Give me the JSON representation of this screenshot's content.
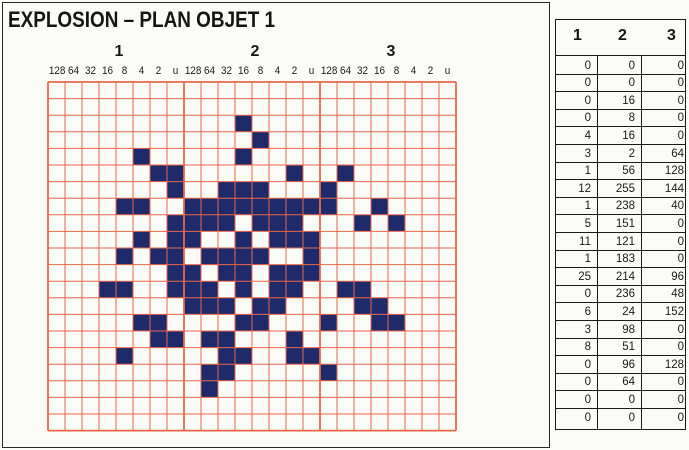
{
  "title": "EXPLOSION – PLAN OBJET 1",
  "byte_labels": [
    "1",
    "2",
    "3"
  ],
  "bit_labels": [
    "128",
    "64",
    "32",
    "16",
    "8",
    "4",
    "2",
    "u"
  ],
  "colors": {
    "grid_line": "#e8674a",
    "fill": "#1f2a6b",
    "background": "#fbfbf8",
    "text": "#1a1a1a"
  },
  "table": {
    "headers": [
      "1",
      "2",
      "3"
    ],
    "rows": [
      [
        0,
        0,
        0
      ],
      [
        0,
        0,
        0
      ],
      [
        0,
        16,
        0
      ],
      [
        0,
        8,
        0
      ],
      [
        4,
        16,
        0
      ],
      [
        3,
        2,
        64
      ],
      [
        1,
        56,
        128
      ],
      [
        12,
        255,
        144
      ],
      [
        1,
        238,
        40
      ],
      [
        5,
        151,
        0
      ],
      [
        11,
        121,
        0
      ],
      [
        1,
        183,
        0
      ],
      [
        25,
        214,
        96
      ],
      [
        0,
        236,
        48
      ],
      [
        6,
        24,
        152
      ],
      [
        3,
        98,
        0
      ],
      [
        8,
        51,
        0
      ],
      [
        0,
        96,
        128
      ],
      [
        0,
        64,
        0
      ],
      [
        0,
        0,
        0
      ],
      [
        0,
        0,
        0
      ]
    ]
  }
}
